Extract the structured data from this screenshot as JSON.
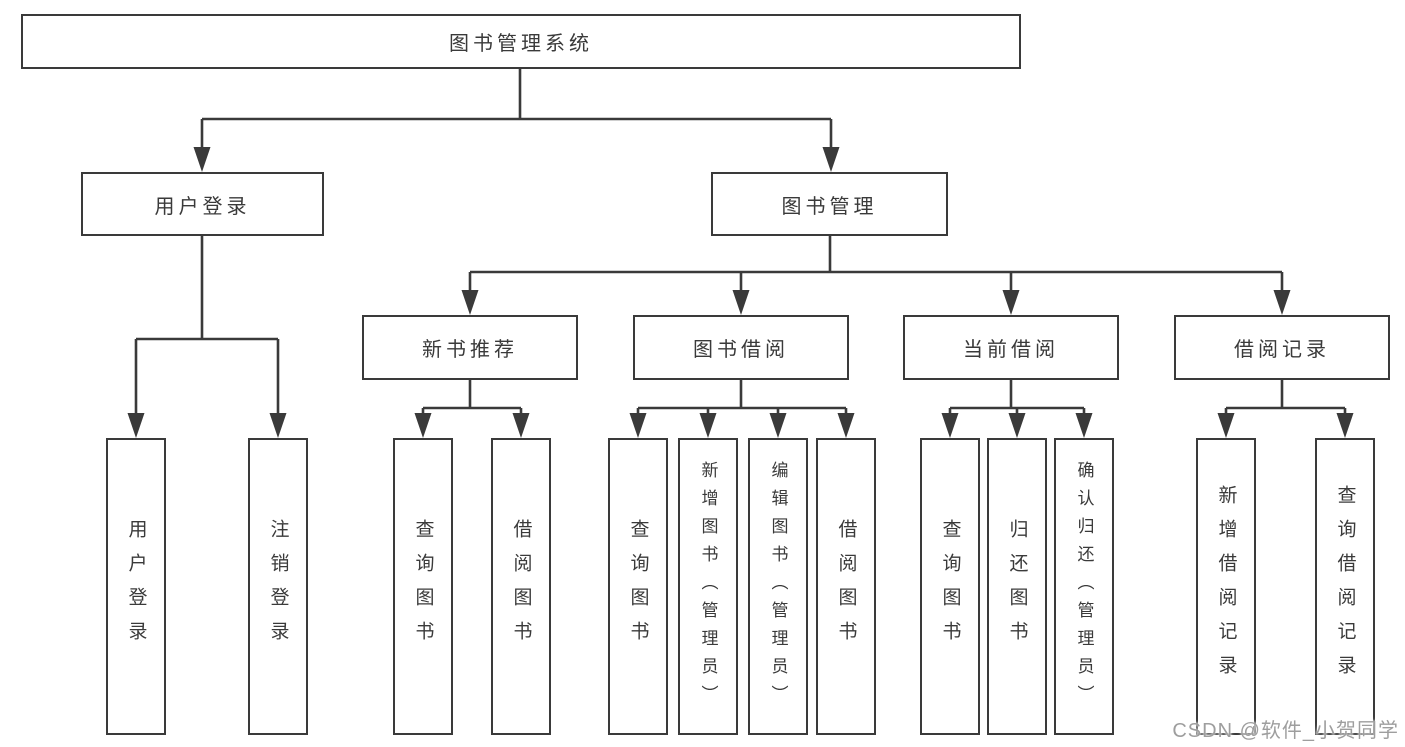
{
  "colors": {
    "line": "#3a3a3a",
    "box_border": "#3a3a3a",
    "box_fill": "#ffffff",
    "text": "#3a3a3a",
    "watermark": "#9e9e9e",
    "background": "#ffffff"
  },
  "tree": {
    "root": {
      "label": "图书管理系统"
    },
    "level2": [
      {
        "label": "用户登录"
      },
      {
        "label": "图书管理"
      }
    ],
    "level3": [
      {
        "label": "新书推荐"
      },
      {
        "label": "图书借阅"
      },
      {
        "label": "当前借阅"
      },
      {
        "label": "借阅记录"
      }
    ],
    "level4": {
      "user_login_group": [
        {
          "label": "用户登录"
        },
        {
          "label": "注销登录"
        }
      ],
      "new_book_group": [
        {
          "label": "查询图书"
        },
        {
          "label": "借阅图书"
        }
      ],
      "borrow_group": [
        {
          "label": "查询图书"
        },
        {
          "label": "新增图书（管理员）"
        },
        {
          "label": "编辑图书（管理员）"
        },
        {
          "label": "借阅图书"
        }
      ],
      "current_group": [
        {
          "label": "查询图书"
        },
        {
          "label": "归还图书"
        },
        {
          "label": "确认归还（管理员）"
        }
      ],
      "records_group": [
        {
          "label": "新增借阅记录"
        },
        {
          "label": "查询借阅记录"
        }
      ]
    }
  },
  "watermark": {
    "text": "CSDN @软件_小贺同学"
  }
}
